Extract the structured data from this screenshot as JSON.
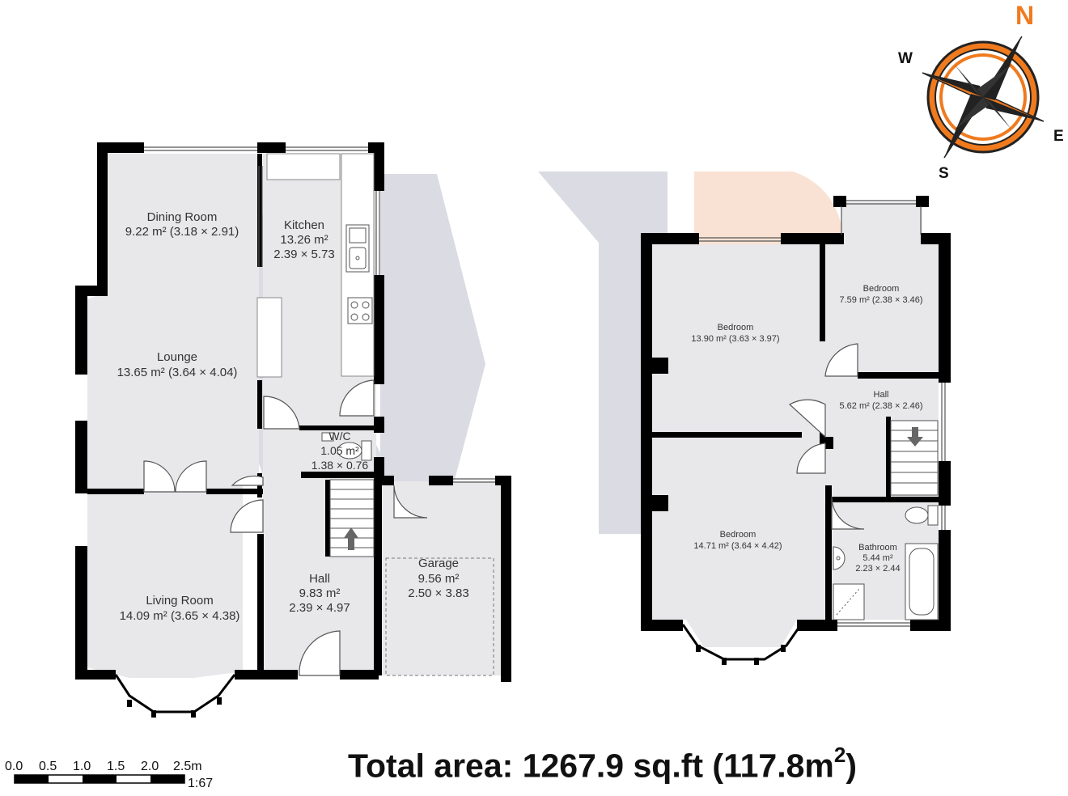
{
  "compass": {
    "n": "N",
    "e": "E",
    "s": "S",
    "w": "W",
    "accent": "#f07a1e"
  },
  "ground_floor": {
    "dining_room": {
      "name": "Dining Room",
      "area": "9.22 m² (3.18 × 2.91)"
    },
    "kitchen": {
      "name": "Kitchen",
      "area": "13.26 m²",
      "dims": "2.39 × 5.73"
    },
    "lounge": {
      "name": "Lounge",
      "area": "13.65 m² (3.64 × 4.04)"
    },
    "wc": {
      "name": "W/C",
      "area": "1.05 m²",
      "dims": "1.38 × 0.76"
    },
    "living_room": {
      "name": "Living Room",
      "area": "14.09 m² (3.65 × 4.38)"
    },
    "hall": {
      "name": "Hall",
      "area": "9.83 m²",
      "dims": "2.39 × 4.97"
    },
    "garage": {
      "name": "Garage",
      "area": "9.56 m²",
      "dims": "2.50 × 3.83"
    }
  },
  "first_floor": {
    "bedroom_1": {
      "name": "Bedroom",
      "area": "13.90 m² (3.63 × 3.97)"
    },
    "bedroom_2": {
      "name": "Bedroom",
      "area": "7.59 m² (2.38 × 3.46)"
    },
    "hall": {
      "name": "Hall",
      "area": "5.62 m² (2.38 × 2.46)"
    },
    "bedroom_3": {
      "name": "Bedroom",
      "area": "14.71 m² (3.64 × 4.42)"
    },
    "bathroom": {
      "name": "Bathroom",
      "area": "5.44 m²",
      "dims": "2.23 × 2.44"
    }
  },
  "scale_bar": {
    "ticks": [
      "0.0",
      "0.5",
      "1.0",
      "1.5",
      "2.0",
      "2.5m"
    ],
    "ratio": "1:67"
  },
  "total_area": {
    "label": "Total area: 1267.9 sq.ft (117.8m",
    "sup": "2",
    "close": ")"
  },
  "watermark": {
    "letter_m_color": "#cfd0da",
    "letter_b_color": "#f7d9c6"
  }
}
